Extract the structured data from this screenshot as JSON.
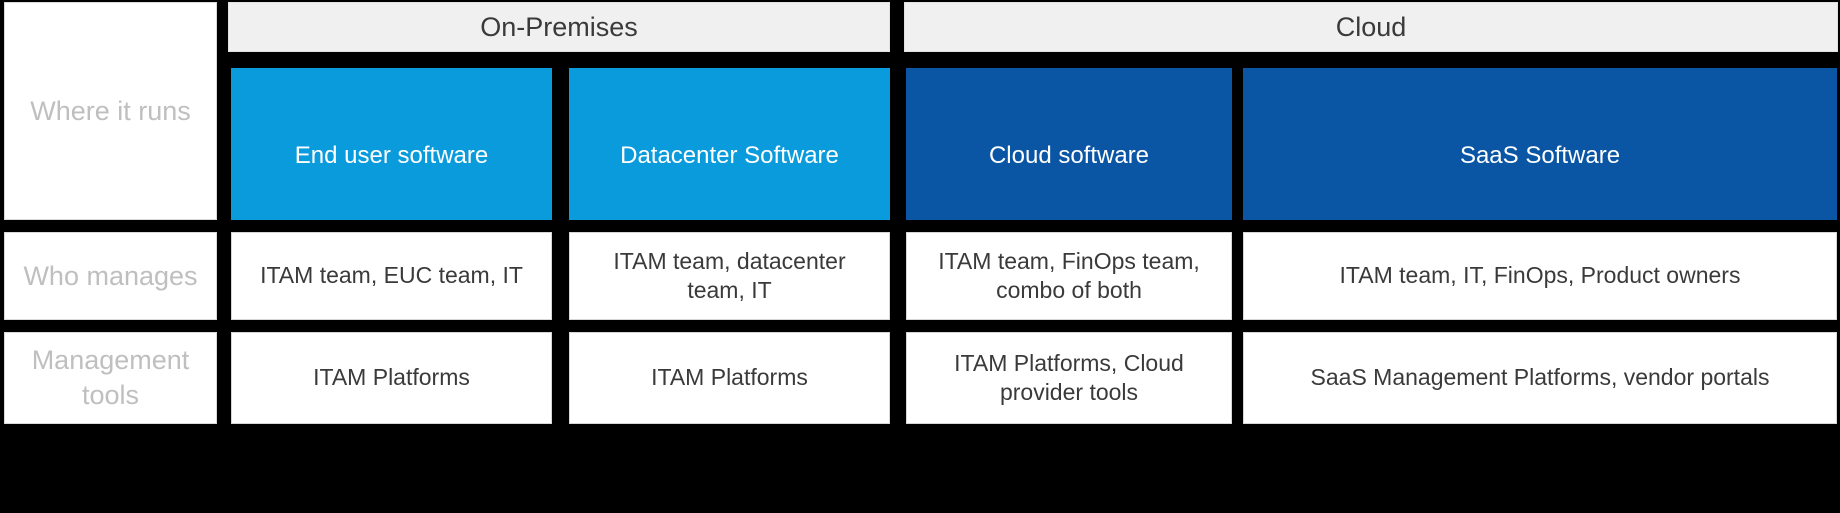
{
  "colors": {
    "background": "#000000",
    "group_header_fill": "#F0F0F0",
    "onprem_tile": "#0A9BDC",
    "cloud_tile": "#0A56A5",
    "tile_text": "#FFFFFF",
    "content_text": "#3A3A3A",
    "row_label_text": "#BFBFBF",
    "cell_border": "#D6D6D6"
  },
  "group_headers": [
    {
      "label": "On-Premises"
    },
    {
      "label": "Cloud"
    }
  ],
  "row_labels": [
    {
      "label": "Where it runs"
    },
    {
      "label": "Who manages"
    },
    {
      "label": "Management tools"
    }
  ],
  "columns": [
    {
      "id": "end-user-software",
      "group": "On-Premises",
      "tile_label": "End user software",
      "tile_style": "light"
    },
    {
      "id": "datacenter-software",
      "group": "On-Premises",
      "tile_label": "Datacenter Software",
      "tile_style": "light"
    },
    {
      "id": "cloud-software",
      "group": "Cloud",
      "tile_label": "Cloud software",
      "tile_style": "dark"
    },
    {
      "id": "saas-software",
      "group": "Cloud",
      "tile_label": "SaaS Software",
      "tile_style": "dark"
    }
  ],
  "rows": {
    "who_manages": [
      "ITAM team, EUC team, IT",
      "ITAM team, datacenter team, IT",
      "ITAM team, FinOps team, combo of both",
      "ITAM team, IT, FinOps, Product owners"
    ],
    "management_tools": [
      "ITAM Platforms",
      "ITAM Platforms",
      "ITAM Platforms, Cloud provider tools",
      "SaaS Management Platforms, vendor portals"
    ]
  }
}
